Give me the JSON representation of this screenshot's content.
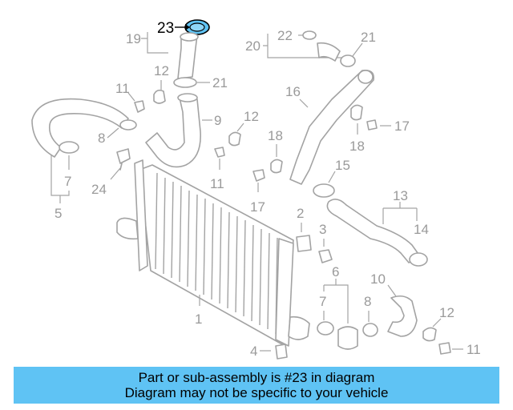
{
  "highlight": {
    "part_number": "23",
    "color": "#5fc3f4"
  },
  "callouts": {
    "c23_top": "23",
    "c19": "19",
    "c12_a": "12",
    "c21_a": "21",
    "c11_a": "11",
    "c9": "9",
    "c8_a": "8",
    "c24": "24",
    "c7_a": "7",
    "c5": "5",
    "c12_b": "12",
    "c11_b": "11",
    "c18_a": "18",
    "c17_a": "17",
    "c20": "20",
    "c22": "22",
    "c21_b": "21",
    "c16": "16",
    "c17_b": "17",
    "c18_b": "18",
    "c15": "15",
    "c13": "13",
    "c14": "14",
    "c2": "2",
    "c3": "3",
    "c6": "6",
    "c7_b": "7",
    "c8_b": "8",
    "c10": "10",
    "c12_c": "12",
    "c11_c": "11",
    "c1": "1",
    "c4": "4"
  },
  "banner": {
    "line1": "Part or sub-assembly is #23 in diagram",
    "line2": "Diagram may not be specific to your vehicle",
    "background": "#5fc3f4"
  }
}
